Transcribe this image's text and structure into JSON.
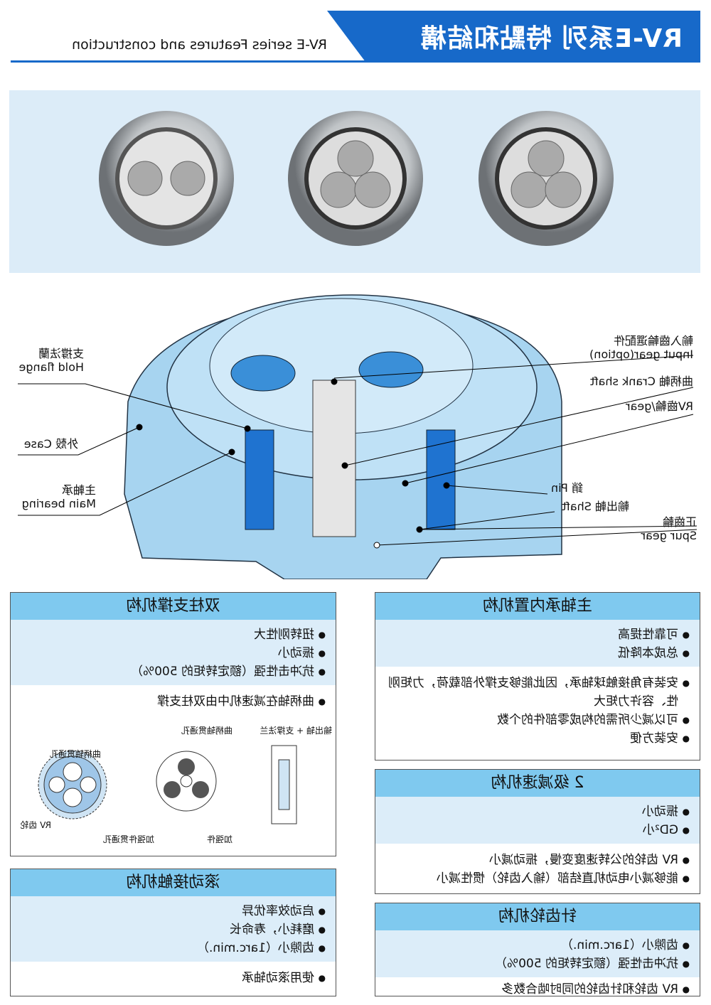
{
  "header": {
    "title": "RV-E系列 特點和結構",
    "subtitle": "RV-E series Features and construction"
  },
  "diagram": {
    "labels": [
      {
        "zh": "輸入齒輪選配件",
        "en": "Input gear(option)"
      },
      {
        "zh": "曲柄軸",
        "en": "Crank shaft"
      },
      {
        "zh": "RV齒輪/gear",
        "en": ""
      },
      {
        "zh": "銷",
        "en": "Pin"
      },
      {
        "zh": "輸出軸",
        "en": "Shaft"
      },
      {
        "zh": "正齒輪",
        "en": "Spur gear"
      },
      {
        "zh": "支撐法蘭",
        "en": "Hold flange"
      },
      {
        "zh": "外殼",
        "en": "Case"
      },
      {
        "zh": "主軸承",
        "en": "Main bearing"
      }
    ]
  },
  "boxes": {
    "main_bearing": {
      "title": "主轴承内置机构",
      "features": [
        "可靠性提高",
        "总成本降低"
      ],
      "details": [
        "安装有角接触球轴承，因此能够支撑外部载荷，力矩刚性、容许力矩大",
        "可以减少所需的构成零部件的个数",
        "安装方便"
      ]
    },
    "two_stage": {
      "title": "2 级减速机构",
      "features": [
        "振动小",
        "GD²小"
      ],
      "details": [
        "RV 齿轮的公转速度变慢，振动减小",
        "能够减小电动机直结部（输入齿轮）惯性减小"
      ]
    },
    "pin_gear": {
      "title": "针齿轮机构",
      "features": [
        "齿隙小（1arc.min.）",
        "抗冲击性强（额定转矩的 500%）"
      ],
      "details": [
        "RV 齿轮和针齿轮的同时啮合数多"
      ]
    },
    "double_column": {
      "title": "双柱支撑机构",
      "features": [
        "扭转刚性大",
        "振动小",
        "抗冲击性强（额定转矩的 500%）"
      ],
      "details": [
        "曲柄轴在减速机中由双柱支撑"
      ],
      "figure_labels": {
        "output": "输出轴 + 支撑法兰",
        "crank_hole_a": "曲柄轴贯通孔",
        "crank_hole_b": "曲柄轴贯通孔",
        "rv_gear": "RV 齿轮",
        "reinforce_hole": "加强件贯通孔",
        "reinforce": "加强件"
      }
    },
    "rolling": {
      "title": "滚动接触机构",
      "features": [
        "启动效率优异",
        "磨耗小，寿命长",
        "齿隙小（1arc.min.）"
      ],
      "details": [
        "使用滚动轴承"
      ]
    }
  }
}
